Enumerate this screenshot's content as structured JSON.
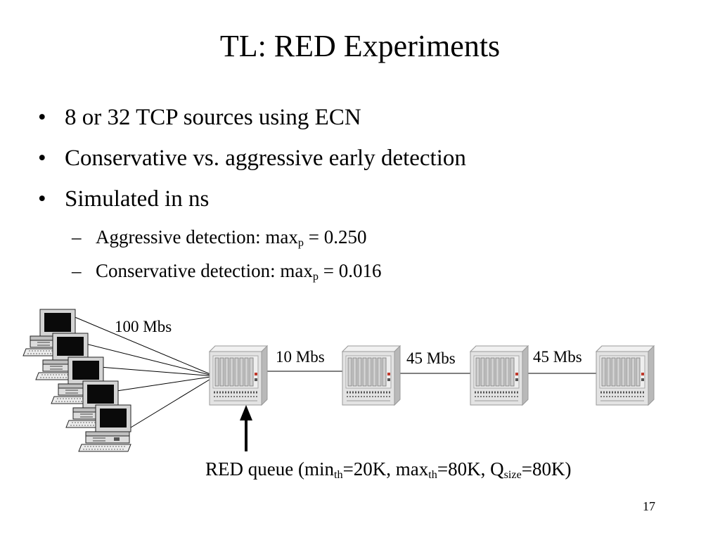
{
  "slide": {
    "title": "TL: RED Experiments",
    "page_number": "17"
  },
  "bullets": [
    {
      "marker": "•",
      "text": "8 or 32 TCP sources using ECN"
    },
    {
      "marker": "•",
      "text": "Conservative vs. aggressive early detection"
    },
    {
      "marker": "•",
      "text": "Simulated in ns"
    }
  ],
  "sub_bullets": [
    {
      "marker": "–",
      "prefix": "Aggressive detection: max",
      "sub": "p",
      "suffix": " = 0.250"
    },
    {
      "marker": "–",
      "prefix": "Conservative detection: max",
      "sub": "p",
      "suffix": " = 0.016"
    }
  ],
  "diagram": {
    "source_link_label": "100 Mbs",
    "link_labels": [
      "10 Mbs",
      "45 Mbs",
      "45 Mbs"
    ],
    "caption": {
      "part1": "RED queue (min",
      "sub1": "th",
      "part2": "=20K, max",
      "sub2": "th",
      "part3": "=80K, Q",
      "sub3": "size",
      "part4": "=80K)"
    }
  }
}
